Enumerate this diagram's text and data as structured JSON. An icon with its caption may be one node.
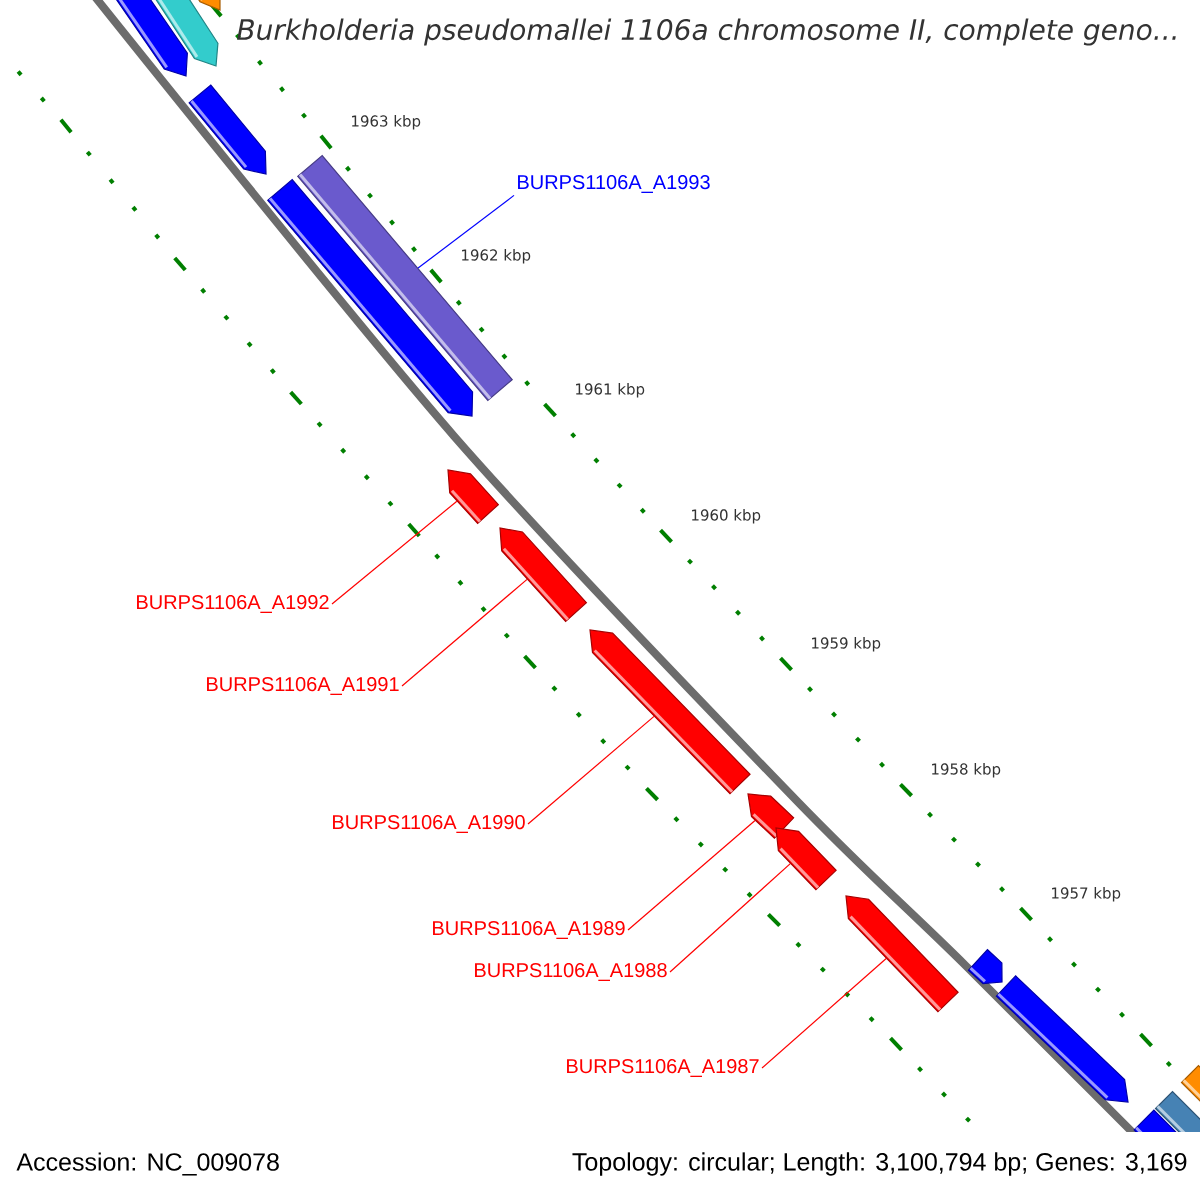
{
  "diagram": {
    "title": "*Burkholderia pseudomallei* 1106a chromosome II, complete geno...",
    "nodes": [
      {
        "text": [],
        "shape": "arrow"
      },
      {
        "text": [],
        "shape": "arrow"
      },
      {
        "text": [],
        "shape": "arrow"
      },
      {
        "text": [],
        "shape": "arrow"
      },
      {
        "text": [],
        "shape": "arrow"
      },
      {
        "text": [],
        "shape": "bar"
      },
      {
        "text": [
          "BURPS1106A_A1993"
        ]
      },
      {
        "text": [],
        "shape": "arrow"
      },
      {
        "text": [],
        "shape": "arrow"
      },
      {
        "text": [],
        "shape": "arrow"
      },
      {
        "text": [],
        "shape": "arrow"
      },
      {
        "text": [],
        "shape": "arrow"
      },
      {
        "text": [],
        "shape": "arrow"
      },
      {
        "text": [
          "BURPS1106A_A1992"
        ]
      },
      {
        "text": [
          "BURPS1106A_A1991"
        ]
      },
      {
        "text": [
          "BURPS1106A_A1990"
        ]
      },
      {
        "text": [
          "BURPS1106A_A1989"
        ]
      },
      {
        "text": [
          "BURPS1106A_A1988"
        ]
      },
      {
        "text": [
          "BURPS1106A_A1987"
        ]
      },
      {
        "text": [],
        "shape": "arrow"
      },
      {
        "text": [],
        "shape": "arrow"
      },
      {
        "text": [],
        "shape": "arrow"
      },
      {
        "text": [],
        "shape": "arrow"
      },
      {
        "text": [],
        "shape": "arrow"
      }
    ],
    "edges": [
      {
        "from": 6,
        "to": 5,
        "arrow": "none",
        "color": "#0000ff"
      },
      {
        "from": 13,
        "to": 7,
        "arrow": "none"
      },
      {
        "from": 14,
        "to": 8,
        "arrow": "none"
      },
      {
        "from": 15,
        "to": 9,
        "arrow": "none"
      },
      {
        "from": 16,
        "to": 10,
        "arrow": "none"
      },
      {
        "from": 17,
        "to": 11,
        "arrow": "none"
      },
      {
        "from": 18,
        "to": 12,
        "arrow": "none"
      }
    ],
    "labels": [
      "1963 kbp",
      "1962 kbp",
      "1961 kbp",
      "1960 kbp",
      "1959 kbp",
      "1958 kbp",
      "1957 kbp",
      "Accession: NC_009078",
      "Topology: circular; Length: 3,100,794 bp; Genes: 3,169"
    ]
  }
}
